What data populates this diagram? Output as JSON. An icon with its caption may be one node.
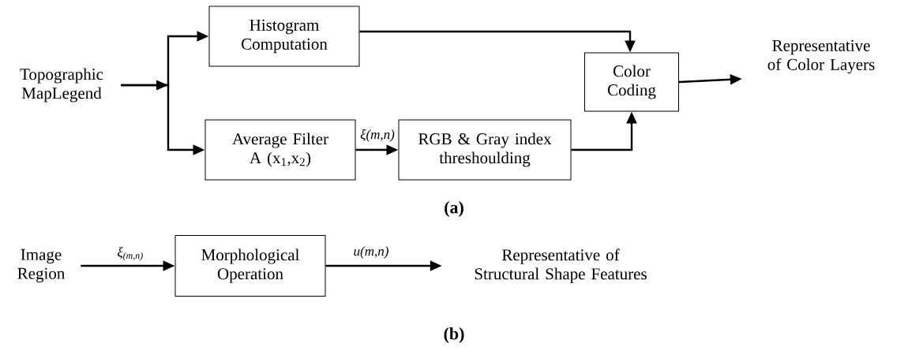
{
  "diagram": {
    "nodes": [
      {
        "text": [
          "Topographic MapLegend"
        ]
      },
      {
        "text": [
          "Histogram Computation"
        ]
      },
      {
        "text": [
          "Average Filter A (x$_{1}$,x$_{2}$)"
        ]
      },
      {
        "text": [
          "RGB & Gray index threshoulding"
        ]
      },
      {
        "text": [
          "Color Coding"
        ]
      },
      {
        "text": [
          "Representative of Color Layers"
        ]
      },
      {
        "text": [
          "Image Region"
        ]
      },
      {
        "text": [
          "Morphological Operation"
        ]
      },
      {
        "text": [
          "Representative of Structural Shape Features"
        ]
      }
    ],
    "edges": [
      {
        "from": 0,
        "to": 1,
        "arrow": "to"
      },
      {
        "from": 0,
        "to": 2,
        "arrow": "to"
      },
      {
        "from": 1,
        "to": 4,
        "arrow": "to"
      },
      {
        "from": 2,
        "to": 3,
        "arrow": "to",
        "label": "ξ(m,n)"
      },
      {
        "from": 3,
        "to": 4,
        "arrow": "to"
      },
      {
        "from": 4,
        "to": 5,
        "arrow": "to"
      },
      {
        "from": 6,
        "to": 7,
        "arrow": "to",
        "label": "ξ$_{(m,n)}$"
      },
      {
        "from": 7,
        "to": 8,
        "arrow": "to",
        "label": "u(m,n)"
      }
    ],
    "labels": [
      "(a)",
      "(b)"
    ]
  }
}
